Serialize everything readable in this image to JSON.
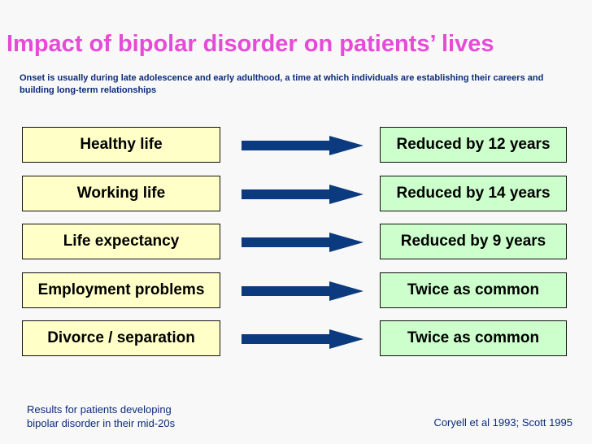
{
  "slide": {
    "title": "Impact of bipolar disorder on patients’ lives",
    "subtitle": "Onset is usually during late adolescence and early adulthood, a time at which individuals are establishing their careers and building long-term relationships",
    "rows": [
      {
        "label": "Healthy life",
        "result": "Reduced by 12 years"
      },
      {
        "label": "Working life",
        "result": "Reduced by 14 years"
      },
      {
        "label": "Life expectancy",
        "result": "Reduced by 9 years"
      },
      {
        "label": "Employment problems",
        "result": "Twice as common"
      },
      {
        "label": "Divorce / separation",
        "result": "Twice as common"
      }
    ],
    "footnote_left_line1": "Results for patients developing",
    "footnote_left_line2": "bipolar disorder in their mid-20s",
    "citation": "Coryell et al 1993; Scott 1995"
  },
  "colors": {
    "title": "#e64bd6",
    "text_blue": "#0b2b7a",
    "left_box": "#ffffc8",
    "right_box": "#ccffcc",
    "arrow": "#0b3a7e"
  },
  "icons": {
    "arrow": "right-arrow-icon"
  }
}
